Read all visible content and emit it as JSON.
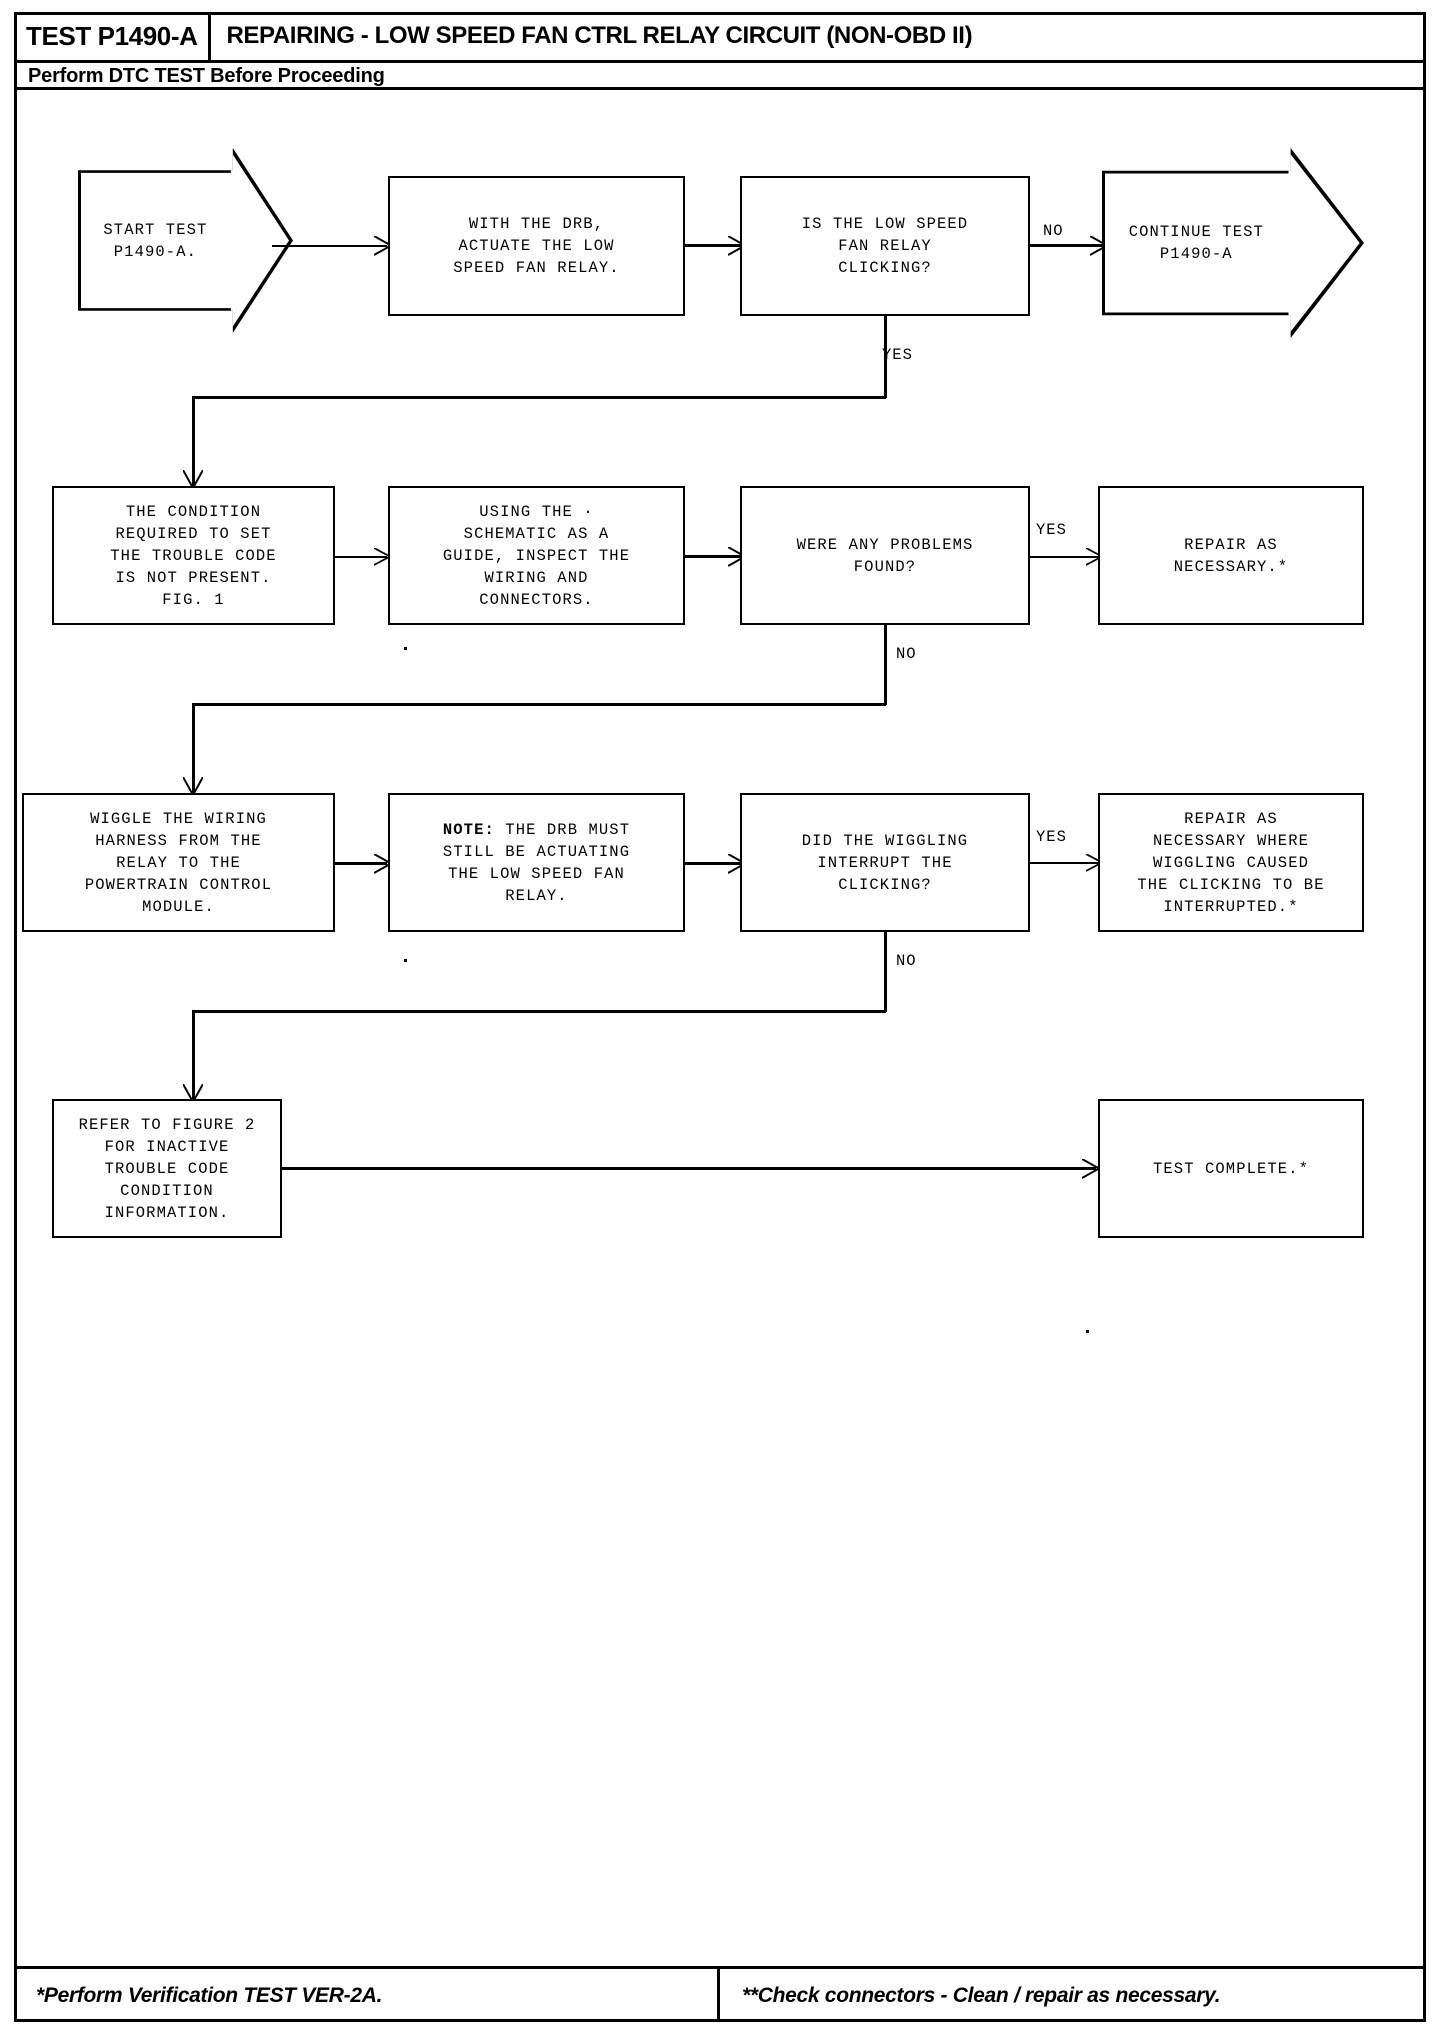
{
  "header": {
    "test_id": "TEST P1490-A",
    "title": "REPAIRING - LOW SPEED FAN CTRL RELAY CIRCUIT (NON-OBD II)",
    "subtitle": "Perform DTC TEST Before Proceeding"
  },
  "footer": {
    "left": "*Perform Verification TEST VER-2A.",
    "right": "**Check connectors - Clean / repair as necessary."
  },
  "flow": {
    "nodes": {
      "start": "START TEST\nP1490-A.",
      "actuate": "WITH THE DRB,\nACTUATE THE LOW\nSPEED FAN RELAY.",
      "clicking_q": "IS THE LOW SPEED\nFAN RELAY\nCLICKING?",
      "continue": "CONTINUE TEST\nP1490-A",
      "condition_not_present": "THE CONDITION\nREQUIRED TO SET\nTHE TROUBLE CODE\nIS NOT PRESENT.\nFIG. 1",
      "inspect": "USING THE ·\nSCHEMATIC AS A\nGUIDE, INSPECT THE\nWIRING AND\nCONNECTORS.",
      "problems_q": "WERE ANY PROBLEMS\nFOUND?",
      "repair_necessary": "REPAIR AS\nNECESSARY.*",
      "wiggle": "WIGGLE THE WIRING\nHARNESS FROM THE\nRELAY TO THE\nPOWERTRAIN CONTROL\nMODULE.",
      "note_prefix": "NOTE:",
      "note_body": " THE DRB MUST\nSTILL BE ACTUATING\nTHE LOW SPEED FAN\nRELAY.",
      "wiggle_q": "DID THE WIGGLING\nINTERRUPT THE\nCLICKING?",
      "repair_wiggle": "REPAIR AS\nNECESSARY WHERE\nWIGGLING CAUSED\nTHE CLICKING TO BE\nINTERRUPTED.*",
      "refer_fig2": "REFER TO FIGURE 2\nFOR INACTIVE\nTROUBLE CODE\nCONDITION\nINFORMATION.",
      "test_complete": "TEST COMPLETE.*"
    },
    "edge_labels": {
      "clicking_no": "NO",
      "clicking_yes": "YES",
      "problems_yes": "YES",
      "problems_no": "NO",
      "wiggle_yes": "YES",
      "wiggle_no": "NO"
    }
  },
  "colors": {
    "ink": "#000000",
    "paper": "#ffffff"
  }
}
